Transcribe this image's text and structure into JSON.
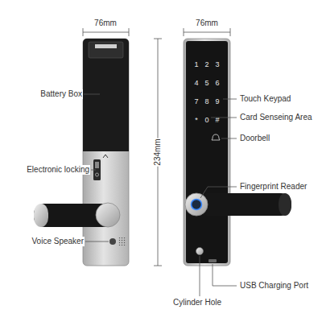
{
  "diagram": {
    "labels": [
      "76mm",
      "76mm",
      "234mm",
      "Battery Box",
      "Electronic locking",
      "Voice Speaker",
      "Touch Keypad",
      "Card Senseing Area",
      "Doorbell",
      "Fingerprint Reader",
      "USB Charging Port",
      "Cylinder Hole",
      "1",
      "2",
      "3",
      "4",
      "5",
      "6",
      "7",
      "8",
      "9",
      "*",
      "0",
      "#"
    ]
  }
}
